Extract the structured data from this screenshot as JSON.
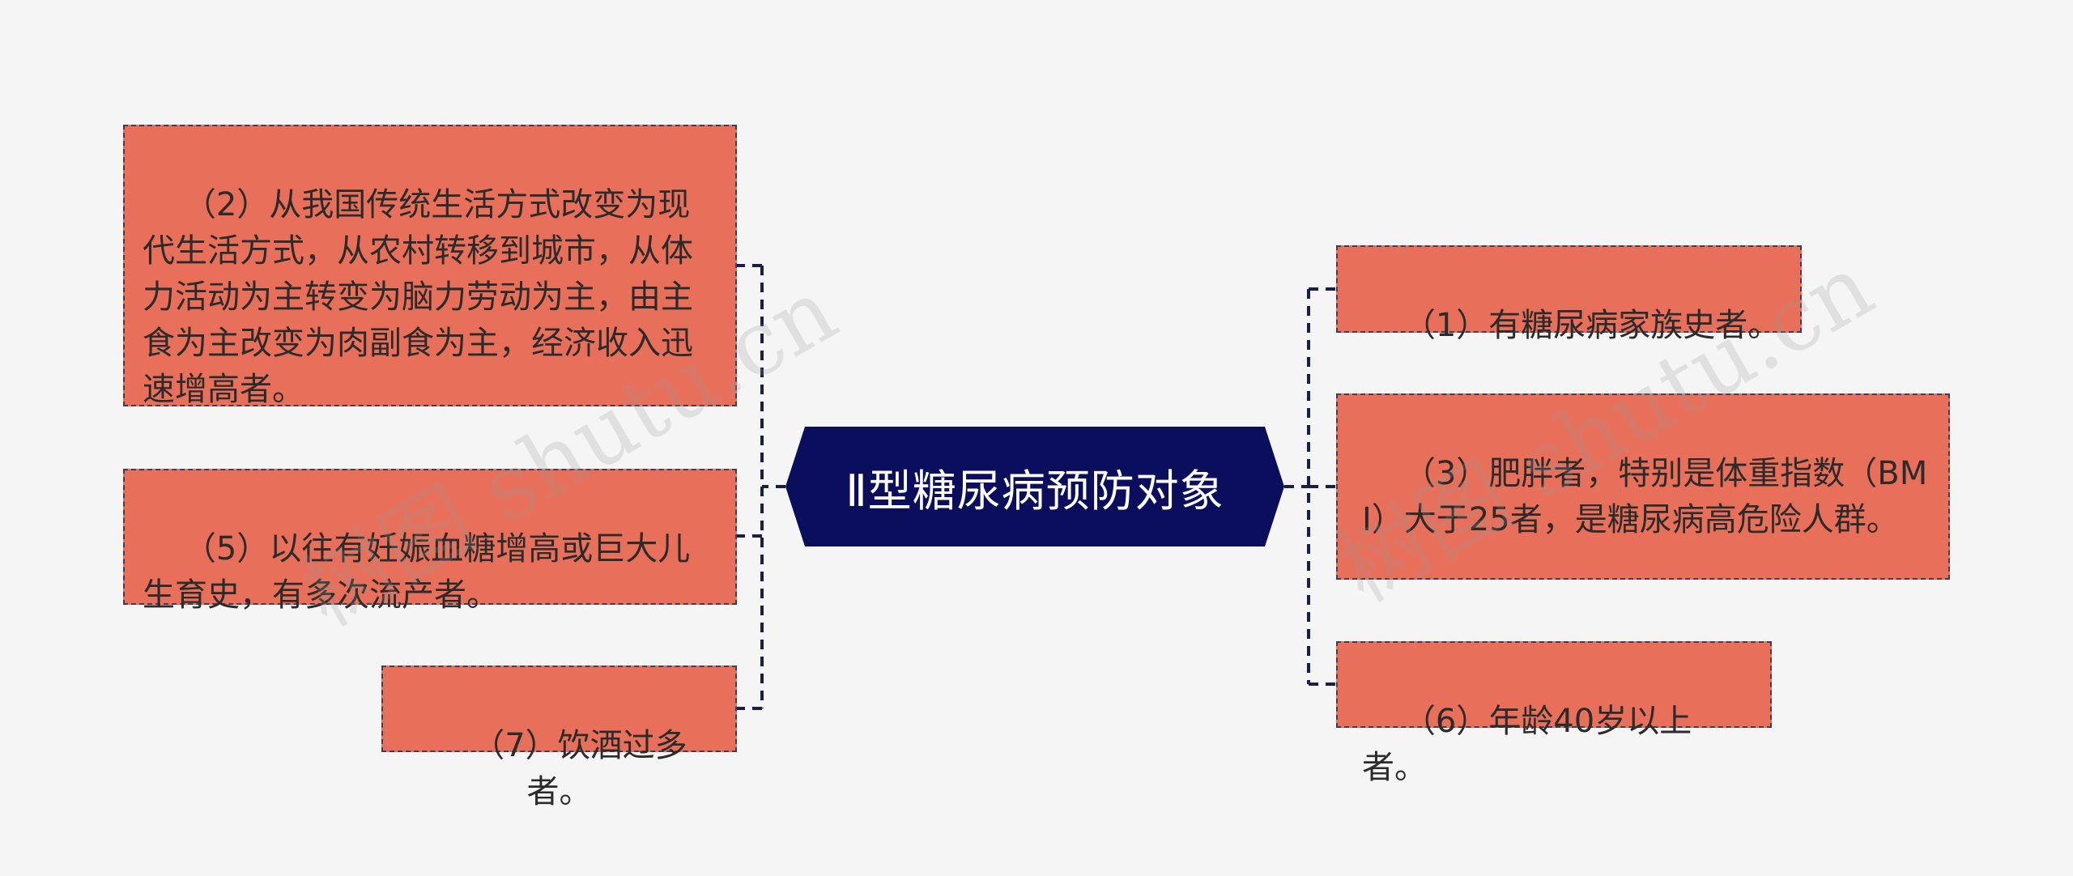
{
  "center": {
    "title": "Ⅱ型糖尿病预防对象"
  },
  "left_nodes": [
    {
      "text": "（2）从我国传统生活方式改变为现代生活方式，从农村转移到城市，从体力活动为主转变为脑力劳动为主，由主食为主改变为肉副食为主，经济收入迅速增高者。"
    },
    {
      "text": "（5）以往有妊娠血糖增高或巨大儿生育史，有多次流产者。"
    },
    {
      "text": "（7）饮酒过多者。"
    }
  ],
  "right_nodes": [
    {
      "text": "（1）有糖尿病家族史者。"
    },
    {
      "text": "（3）肥胖者，特别是体重指数（BMI）大于25者，是糖尿病高危险人群。"
    },
    {
      "text": "（6）年龄40岁以上者。"
    }
  ],
  "watermark": {
    "text": "树图 shutu.cn"
  },
  "colors": {
    "background": "#f5f5f5",
    "center_fill": "#0a0e5c",
    "node_fill": "#e8705a",
    "connector": "#1a1f4a"
  }
}
